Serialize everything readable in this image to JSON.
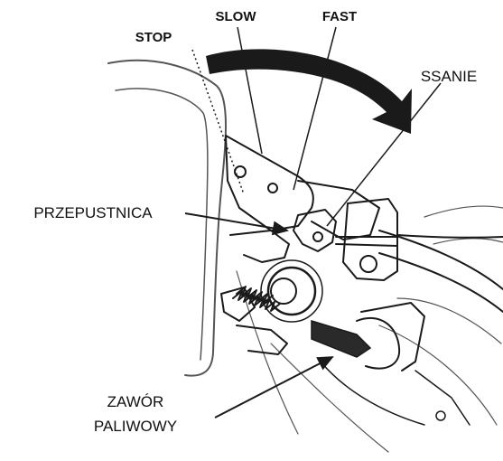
{
  "labels": {
    "stop": "STOP",
    "slow": "SLOW",
    "fast": "FAST",
    "choke": "SSANIE",
    "throttle": "PRZEPUSTNICA",
    "fuel_valve_line1": "ZAWÓR",
    "fuel_valve_line2": "PALIWOWY"
  }
}
